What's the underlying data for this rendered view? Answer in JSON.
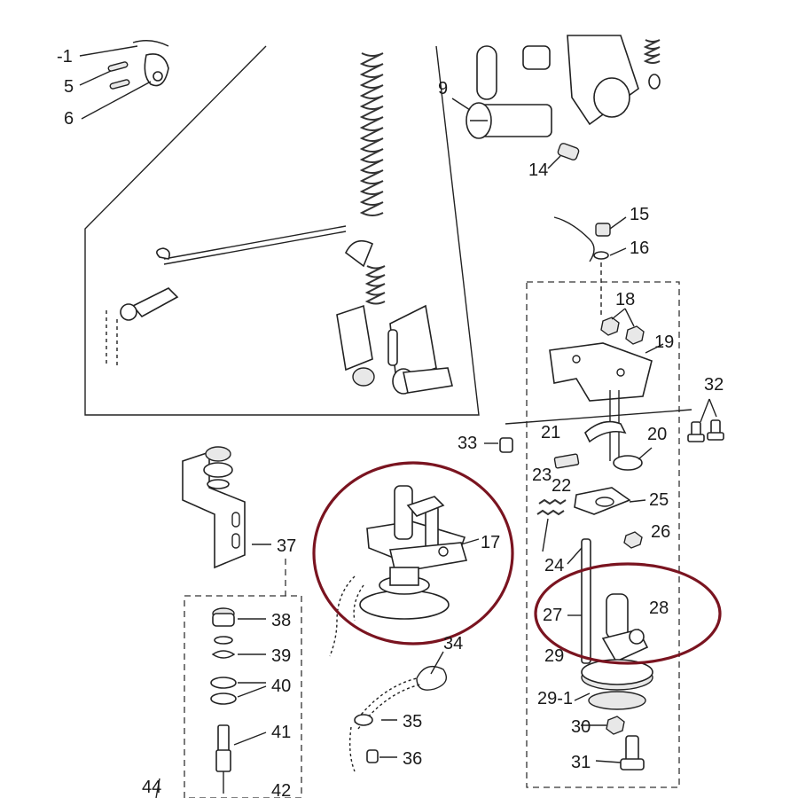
{
  "figure": {
    "labels": {
      "l_m1": "-1",
      "l5": "5",
      "l6": "6",
      "l9": "9",
      "l14": "14",
      "l15": "15",
      "l16": "16",
      "l17": "17",
      "l18": "18",
      "l19": "19",
      "l20": "20",
      "l21": "21",
      "l22": "22",
      "l23": "23",
      "l24": "24",
      "l25": "25",
      "l26": "26",
      "l27": "27",
      "l28": "28",
      "l29": "29",
      "l29_1": "29-1",
      "l30": "30",
      "l31": "31",
      "l32": "32",
      "l33": "33",
      "l34": "34",
      "l35": "35",
      "l36": "36",
      "l37": "37",
      "l38": "38",
      "l39": "39",
      "l40": "40",
      "l41": "41",
      "l42": "42",
      "l44": "44"
    },
    "highlight_color": "#7a1420"
  }
}
